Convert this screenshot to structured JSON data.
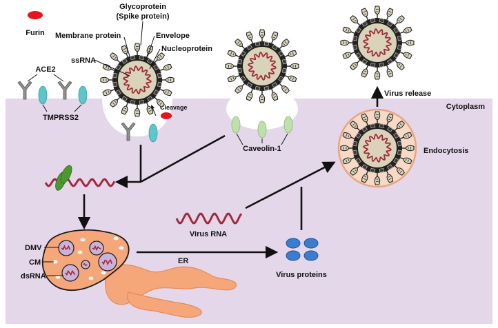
{
  "labels": {
    "furin": "Furin",
    "glycoprotein": "Glycoprotein",
    "spike_protein": "(Spike protein)",
    "membrane_protein": "Membrane protein",
    "envelope": "Envelope",
    "ssrna": "ssRNA",
    "nucleoprotein": "Nucleoprotein",
    "ace2": "ACE2",
    "tmprss2": "TMPRSS2",
    "cleavage": "Cleavage",
    "caveolin": "Caveolin-1",
    "virus_release": "Virus release",
    "cytoplasm": "Cytoplasm",
    "endocytosis": "Endocytosis",
    "dmv": "DMV",
    "cm": "CM",
    "dsrna": "dsRNA",
    "er": "ER",
    "virus_rna": "Virus RNA",
    "virus_proteins": "Virus proteins"
  },
  "colors": {
    "cytoplasm": "#e3d7e9",
    "virus_envelope": "#222222",
    "virus_core": "#d9d3ba",
    "rna": "#a3283a",
    "spike_fill": "#d9d3ba",
    "furin": "#e8141c",
    "tmprss2": "#5bc6cc",
    "ace2": "#8f8f8f",
    "caveolin": "#bfe0a9",
    "endosome": "#f7d9c6",
    "er": "#f5a77a",
    "dmv_vesicle": "#c9b3d8",
    "virus_proteins": "#3a7ccf",
    "green_protein": "#4a9a2f"
  }
}
